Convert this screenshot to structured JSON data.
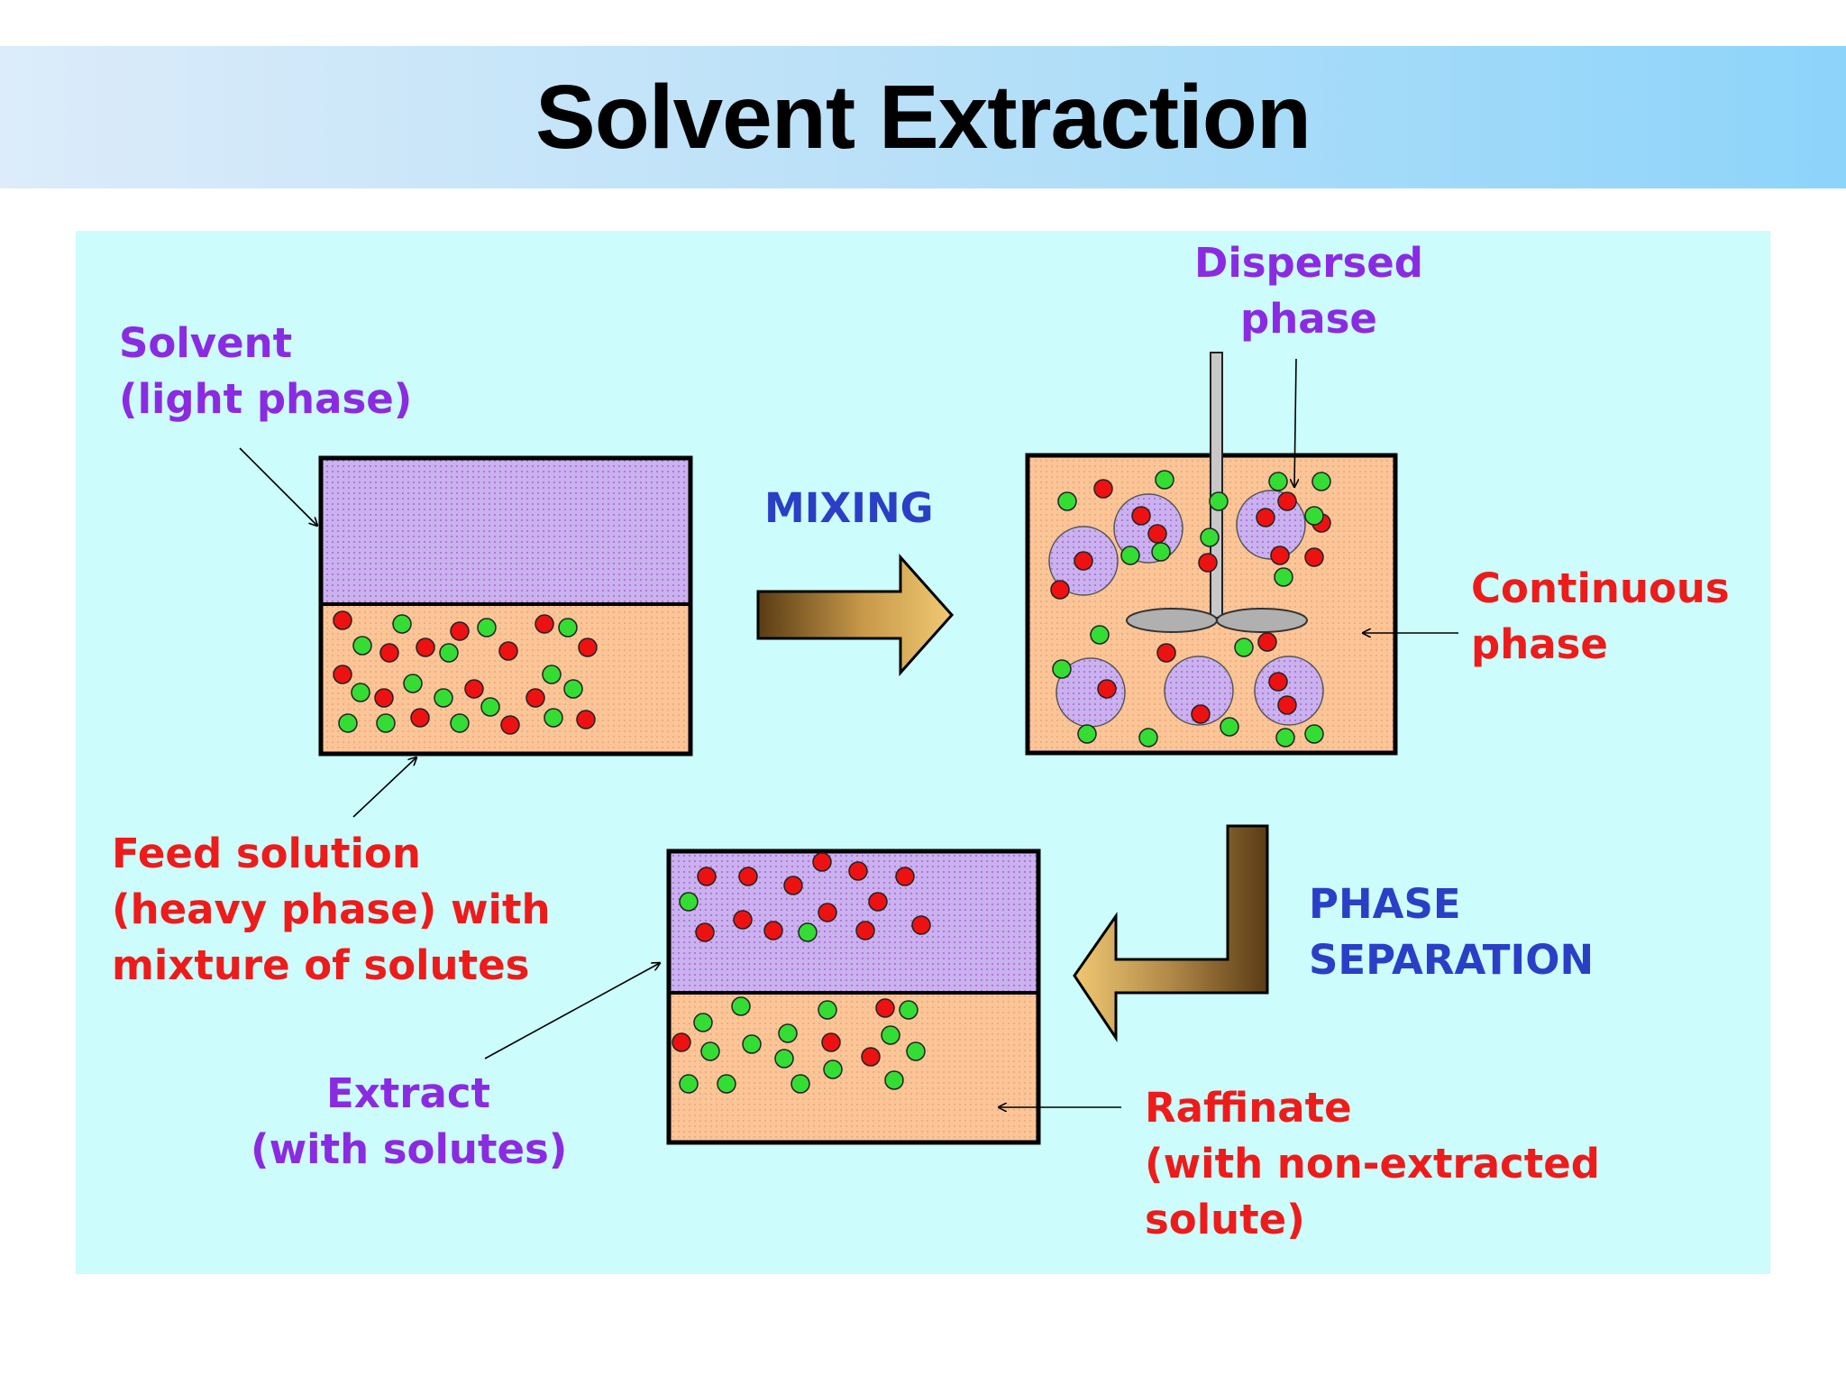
{
  "title": "Solvent Extraction",
  "labels": {
    "solvent": [
      "Solvent",
      "(light phase)"
    ],
    "feed": [
      "Feed solution",
      "(heavy phase) with",
      "mixture of solutes"
    ],
    "mixing": "MIXING",
    "dispersed": [
      "Dispersed",
      "phase"
    ],
    "continuous": [
      "Continuous",
      "phase"
    ],
    "phase_separation": [
      "PHASE",
      "SEPARATION"
    ],
    "extract": [
      "Extract",
      "(with solutes)"
    ],
    "raffinate": [
      "Raffinate",
      "(with non-extracted",
      "solute)"
    ]
  },
  "colors": {
    "panel": "#ccfcfc",
    "light_phase": "#c9b2ee",
    "heavy_phase": "#fbc597",
    "solute_red": "#ee1111",
    "solute_green": "#33dd33",
    "label_purple": "#8a2be2",
    "label_red": "#ee1b1b",
    "label_blue": "#2a3fc6"
  }
}
